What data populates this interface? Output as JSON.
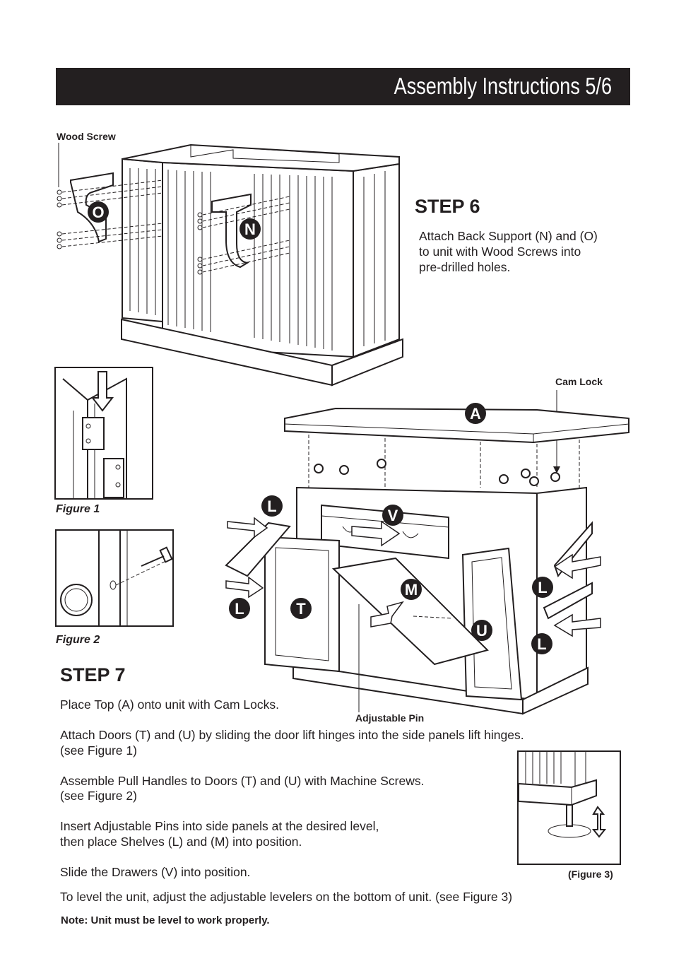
{
  "header": {
    "title": "Assembly Instructions 5/6"
  },
  "step6": {
    "wood_screw_label": "Wood Screw",
    "title": "STEP 6",
    "text": [
      "Attach Back Support (N) and (O)",
      "to unit with Wood Screws into",
      "pre-drilled holes."
    ],
    "part_labels": {
      "o": "O",
      "n": "N"
    }
  },
  "step7": {
    "cam_lock_label": "Cam Lock",
    "adjustable_pin_label": "Adjustable Pin",
    "part_labels": {
      "a": "A",
      "l1": "L",
      "v": "V",
      "m": "M",
      "l2": "L",
      "l3": "L",
      "t": "T",
      "u": "U",
      "l4": "L"
    },
    "title": "STEP 7",
    "instructions": [
      "Place Top (A) onto unit with Cam Locks.",
      "Attach Doors (T) and (U) by sliding the door lift hinges into the side panels lift hinges.",
      "(see Figure 1)",
      "Assemble Pull Handles to Doors (T) and (U) with Machine Screws.",
      "(see Figure 2)",
      "Insert Adjustable Pins into side panels at the desired level,",
      "then place Shelves (L) and (M) into position.",
      "Slide the Drawers (V) into position.",
      "To level the unit, adjust the adjustable levelers on the bottom of unit. (see Figure 3)"
    ],
    "note": "Note: Unit must be level to work properly."
  },
  "figures": {
    "figure1": "Figure 1",
    "figure2": "Figure 2",
    "figure3": "(Figure 3)"
  }
}
